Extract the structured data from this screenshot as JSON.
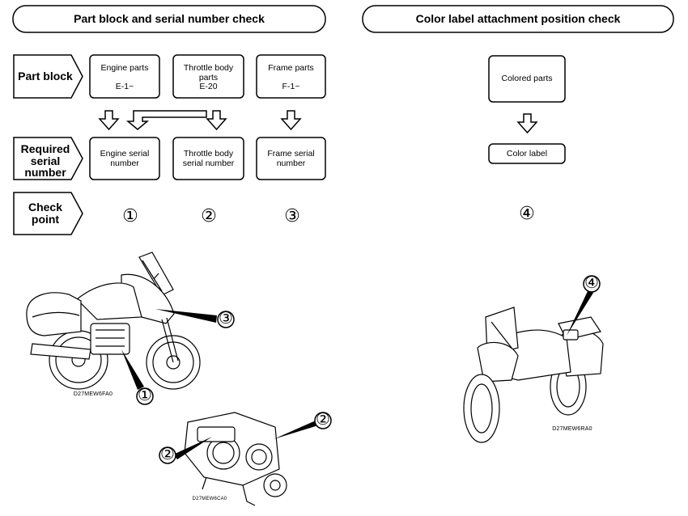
{
  "left_header": "Part block and serial number check",
  "right_header": "Color label attachment position check",
  "row_labels": {
    "part_block": "Part block",
    "required_serial": "Required serial number",
    "check_point": "Check point"
  },
  "part_blocks": [
    {
      "name": "Engine parts",
      "code": "E-1~"
    },
    {
      "name": "Throttle body parts",
      "code": "E-20"
    },
    {
      "name": "Frame parts",
      "code": "F-1~"
    }
  ],
  "serial_numbers": [
    "Engine serial number",
    "Throttle body serial number",
    "Frame serial number"
  ],
  "check_points": [
    "①",
    "②",
    "③"
  ],
  "colored_parts": "Colored parts",
  "color_label": "Color label",
  "color_check_point": "④",
  "callouts": {
    "moto1_a": "①",
    "moto1_c": "③",
    "throttle_a": "②",
    "throttle_b": "②",
    "moto2_d": "④"
  },
  "image_codes": {
    "moto1": "D27MEW6FA0",
    "throttle": "D27MEW6CA0",
    "moto2": "D27MEW6RA0"
  }
}
